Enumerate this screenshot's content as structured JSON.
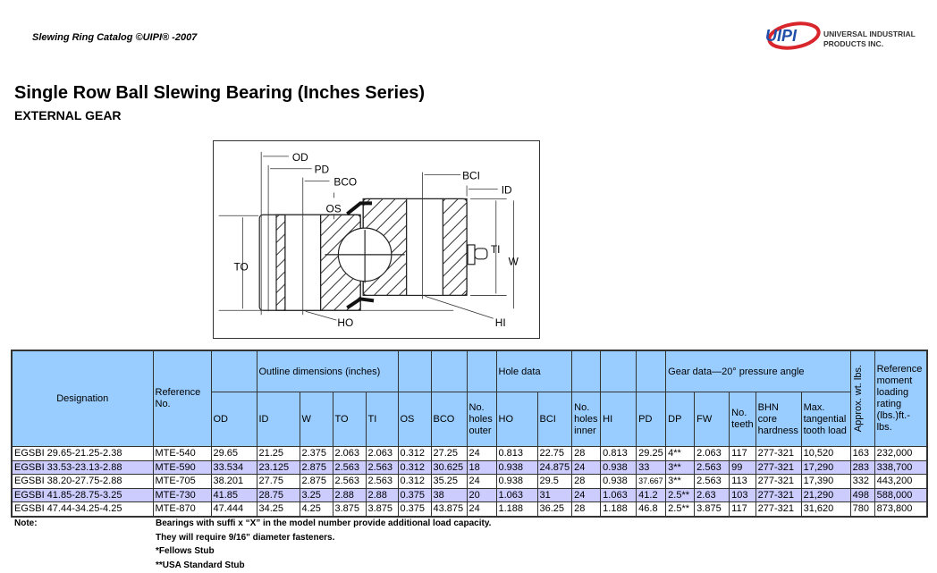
{
  "header": {
    "catalog": "Slewing Ring Catalog ©UIPI® -2007",
    "logo_text": "UIPI",
    "company_line1": "UNIVERSAL INDUSTRIAL",
    "company_line2": "PRODUCTS INC."
  },
  "title": "Single Row Ball Slewing Bearing (Inches Series)",
  "subtitle": "EXTERNAL GEAR",
  "diagram": {
    "labels": {
      "od": "OD",
      "pd": "PD",
      "bco": "BCO",
      "os": "OS",
      "bci": "BCI",
      "id": "ID",
      "to": "TO",
      "ti": "TI",
      "w": "W",
      "ho": "HO",
      "hi": "HI"
    }
  },
  "table": {
    "groups": {
      "outline": "Outline dimensions (inches)",
      "hole": "Hole data",
      "gear": "Gear data—20° pressure angle"
    },
    "columns": [
      "Designation",
      "Reference No.",
      "OD",
      "ID",
      "W",
      "TO",
      "TI",
      "OS",
      "BCO",
      "No. holes outer",
      "HO",
      "BCI",
      "No. holes inner",
      "HI",
      "PD",
      "DP",
      "FW",
      "No. teeth",
      "BHN core hardness",
      "Max. tangential tooth load",
      "Approx. wt. lbs.",
      "Reference moment loading rating (lbs.)ft.-lbs."
    ],
    "rows": [
      [
        "EGSBI 29.65-21.25-2.38",
        "MTE-540",
        "29.65",
        "21.25",
        "2.375",
        "2.063",
        "2.063",
        "0.312",
        "27.25",
        "24",
        "0.813",
        "22.75",
        "28",
        "0.813",
        "29.25",
        "4**",
        "2.063",
        "117",
        "277-321",
        "10,520",
        "163",
        "232,000"
      ],
      [
        "EGSBI 33.53-23.13-2.88",
        "MTE-590",
        "33.534",
        "23.125",
        "2.875",
        "2.563",
        "2.563",
        "0.312",
        "30.625",
        "18",
        "0.938",
        "24.875",
        "24",
        "0.938",
        "33",
        "3**",
        "2.563",
        "99",
        "277-321",
        "17,290",
        "283",
        "338,700"
      ],
      [
        "EGSBI 38.20-27.75-2.88",
        "MTE-705",
        "38.201",
        "27.75",
        "2.875",
        "2.563",
        "2.563",
        "0.312",
        "35.25",
        "24",
        "0.938",
        "29.5",
        "28",
        "0.938",
        "37.667",
        "3**",
        "2.563",
        "113",
        "277-321",
        "17,390",
        "332",
        "443,200"
      ],
      [
        "EGSBI 41.85-28.75-3.25",
        "MTE-730",
        "41.85",
        "28.75",
        "3.25",
        "2.88",
        "2.88",
        "0.375",
        "38",
        "20",
        "1.063",
        "31",
        "24",
        "1.063",
        "41.2",
        "2.5**",
        "2.63",
        "103",
        "277-321",
        "21,290",
        "498",
        "588,000"
      ],
      [
        "EGSBI 47.44-34.25-4.25",
        "MTE-870",
        "47.444",
        "34.25",
        "4.25",
        "3.875",
        "3.875",
        "0.375",
        "43.875",
        "24",
        "1.188",
        "36.25",
        "28",
        "1.188",
        "46.8",
        "2.5**",
        "3.875",
        "117",
        "277-321",
        "31,620",
        "780",
        "873,800"
      ]
    ]
  },
  "notes": {
    "label": "Note:",
    "items": [
      "Bearings with suffi x “X” in the model number provide additional load capacity.",
      "They will require 9/16\" diameter fasteners.",
      "*Fellows Stub",
      "**USA Standard Stub"
    ]
  }
}
